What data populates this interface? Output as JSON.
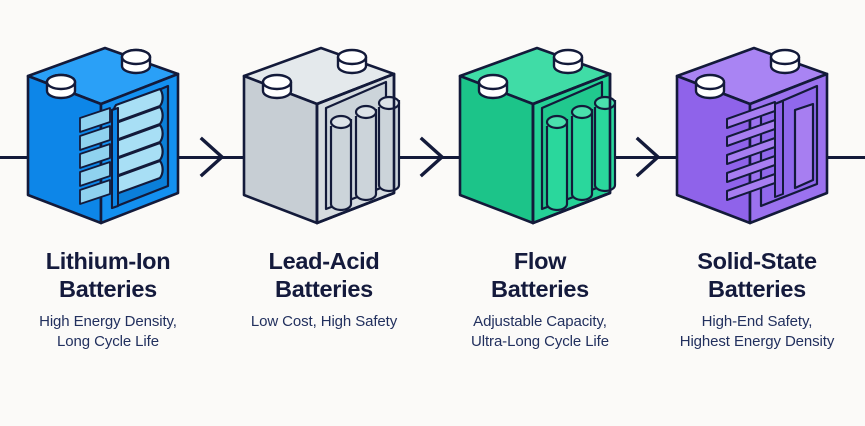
{
  "graphic": {
    "type": "process-timeline-infographic",
    "background_color": "#fbfaf8",
    "line_color": "#131a3a",
    "arrow_icon_name": "chevron-right-arrow"
  },
  "stages": [
    {
      "id": "lithium-ion",
      "title_line1": "Lithium-Ion",
      "title_line2": "Batteries",
      "subtitle_line1": "High Energy Density,",
      "subtitle_line2": "Long Cycle Life",
      "colors": {
        "front": "#1390f0",
        "side": "#0d86e8",
        "top": "#2aa0f7",
        "cell": "#a8dff5",
        "cell_dark": "#7fc8ea",
        "outline": "#131a3a",
        "terminal": "#ffffff"
      },
      "cell_style": "stacked-horizontal-rolls",
      "cell_rows": 5,
      "cell_columns": 2,
      "terminals": 2
    },
    {
      "id": "lead-acid",
      "title_line1": "Lead-Acid",
      "title_line2": "Batteries",
      "subtitle_line1": "Low Cost, High Safety",
      "subtitle_line2": "",
      "colors": {
        "front": "#d6dce0",
        "side": "#c7ced4",
        "top": "#e4e9ec",
        "cell": "#ccd4da",
        "cell_dark": "#b9c3cb",
        "outline": "#131a3a",
        "terminal": "#ffffff"
      },
      "cell_style": "vertical-cylinders",
      "cell_rows": 1,
      "cell_columns": 3,
      "terminals": 2
    },
    {
      "id": "flow",
      "title_line1": "Flow",
      "title_line2": "Batteries",
      "subtitle_line1": "Adjustable Capacity,",
      "subtitle_line2": "Ultra-Long Cycle Life",
      "colors": {
        "front": "#25d296",
        "side": "#1cc489",
        "top": "#40dca6",
        "cell": "#2ad79c",
        "cell_dark": "#17bd84",
        "outline": "#131a3a",
        "terminal": "#ffffff"
      },
      "cell_style": "vertical-cylinders",
      "cell_rows": 1,
      "cell_columns": 3,
      "terminals": 2
    },
    {
      "id": "solid-state",
      "title_line1": "Solid-State",
      "title_line2": "Batteries",
      "subtitle_line1": "High-End Safety,",
      "subtitle_line2": "Highest Energy Density",
      "colors": {
        "front": "#9b72ef",
        "side": "#8f63ea",
        "top": "#a984f3",
        "cell": "#a77ef1",
        "cell_dark": "#8a5fe6",
        "outline": "#131a3a",
        "terminal": "#ffffff"
      },
      "cell_style": "thin-layers-and-panel",
      "cell_rows": 5,
      "cell_columns": 2,
      "terminals": 2
    }
  ],
  "arrows": [
    {
      "id": "arrow-1",
      "between": "lithium-ion → lead-acid"
    },
    {
      "id": "arrow-2",
      "between": "lead-acid → flow"
    },
    {
      "id": "arrow-3",
      "between": "flow → solid-state"
    }
  ]
}
